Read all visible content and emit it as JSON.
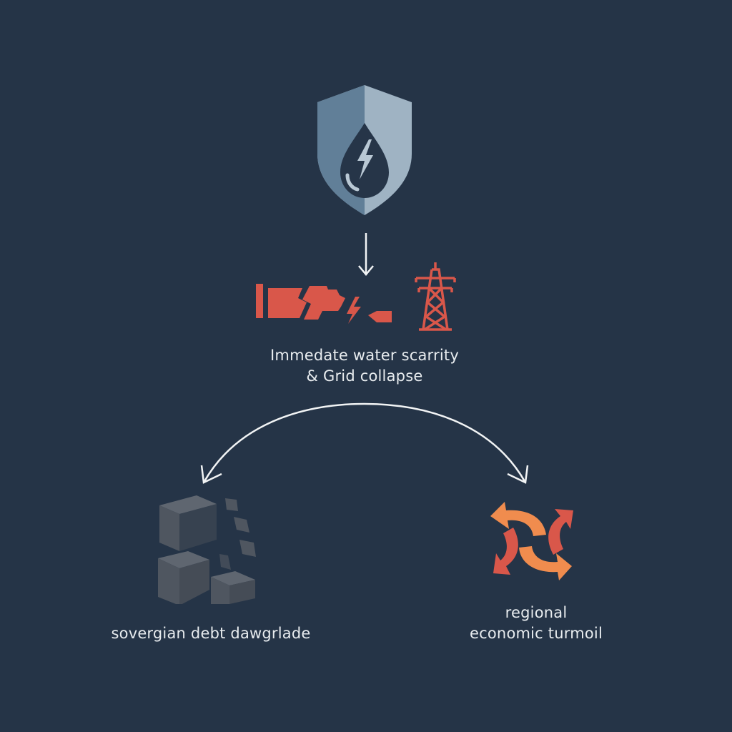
{
  "colors": {
    "background": "#253447",
    "shield_left": "#617f98",
    "shield_right": "#9fb3c3",
    "drop": "#263548",
    "alert_red": "#d9574a",
    "orange": "#f08c4e",
    "cube_gray": "#4f5660",
    "arrow_white": "#f2f4f5",
    "text": "#e8ecef"
  },
  "nodes": {
    "top": {
      "icon": "shield-water-drop-lightning-icon"
    },
    "middle": {
      "icons": [
        "broken-pipe-icon",
        "lightning-icon",
        "power-transmission-tower-icon"
      ],
      "label_line1": "Immedate water scarrity",
      "label_line2": "& Grid collapse"
    },
    "left": {
      "icon": "crumbling-cubes-icon",
      "label": "sovergian debt dawgrlade"
    },
    "right": {
      "icon": "circular-arrows-turmoil-icon",
      "label_line1": "regional",
      "label_line2": "economic turmoil"
    }
  },
  "connectors": [
    {
      "from": "top",
      "to": "middle",
      "type": "straight-arrow-down"
    },
    {
      "from": "middle",
      "to": "left",
      "type": "curved-arrow"
    },
    {
      "from": "middle",
      "to": "right",
      "type": "curved-arrow"
    }
  ]
}
